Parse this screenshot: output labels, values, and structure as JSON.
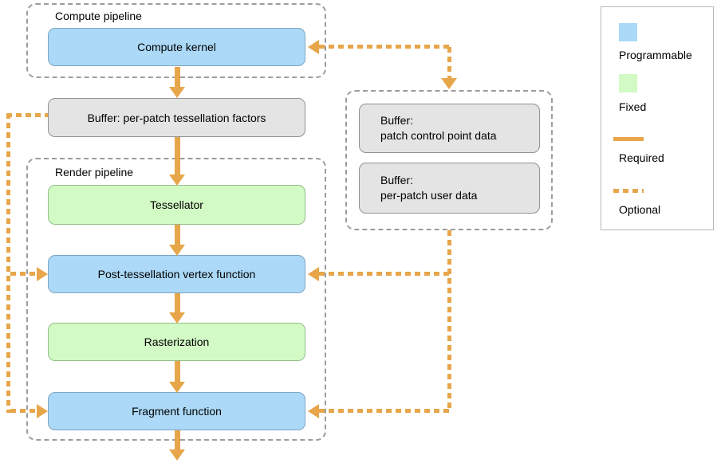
{
  "groups": {
    "compute": {
      "label": "Compute pipeline"
    },
    "render": {
      "label": "Render pipeline"
    }
  },
  "nodes": {
    "compute_kernel": {
      "label": "Compute kernel",
      "type": "programmable"
    },
    "tess_factors_buffer": {
      "label": "Buffer: per-patch tessellation factors",
      "type": "buffer"
    },
    "tessellator": {
      "label": "Tessellator",
      "type": "fixed"
    },
    "post_tess_vertex": {
      "label": "Post-tessellation vertex function",
      "type": "programmable"
    },
    "rasterization": {
      "label": "Rasterization",
      "type": "fixed"
    },
    "fragment_function": {
      "label": "Fragment function",
      "type": "programmable"
    },
    "patch_control_buffer": {
      "title": "Buffer:",
      "subtitle": "patch control point data",
      "type": "buffer"
    },
    "per_patch_user_buffer": {
      "title": "Buffer:",
      "subtitle": "per-patch user data",
      "type": "buffer"
    }
  },
  "legend": {
    "programmable": "Programmable",
    "fixed": "Fixed",
    "required": "Required",
    "optional": "Optional"
  },
  "colors": {
    "programmable": "#ABD9F7",
    "fixed": "#D2FAC5",
    "buffer": "#E4E4E4",
    "arrow": "#E7A64A",
    "container_border": "#9C9C9C"
  }
}
